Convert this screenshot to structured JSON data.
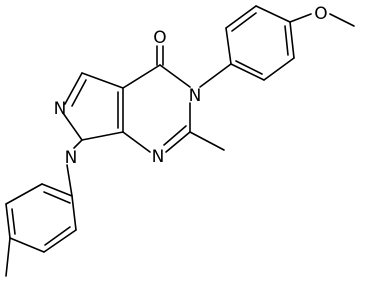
{
  "diagram": {
    "type": "chemical-structure",
    "atoms": {
      "O_carbonyl": "O",
      "O_methoxy": "O",
      "N5": "N",
      "N_pyrazole": "N",
      "N1": "N",
      "N7": "N"
    }
  }
}
